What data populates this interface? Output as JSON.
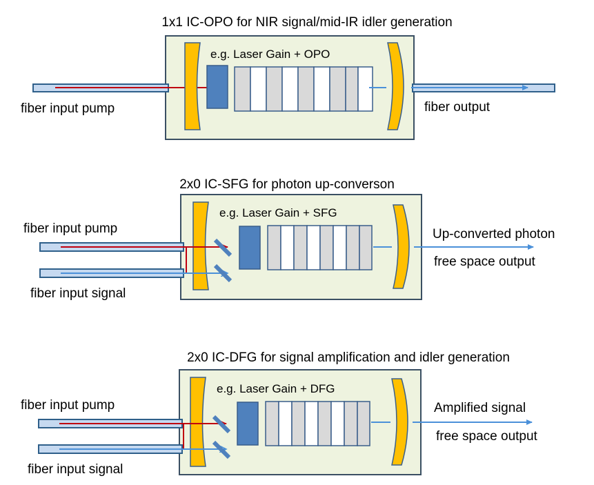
{
  "panels": [
    {
      "title": "1x1 IC-OPO for NIR signal/mid-IR idler generation",
      "inner_label": "e.g. Laser Gain + OPO",
      "input_labels": [
        "fiber input pump"
      ],
      "output_labels": [
        "fiber output"
      ]
    },
    {
      "title": "2x0 IC-SFG for photon up-converson",
      "inner_label": "e.g. Laser Gain + SFG",
      "input_labels": [
        "fiber input pump",
        "fiber input signal"
      ],
      "output_labels": [
        "Up-converted photon",
        "free space output"
      ]
    },
    {
      "title": "2x0 IC-DFG for signal amplification and idler generation",
      "inner_label": "e.g. Laser Gain + DFG",
      "input_labels": [
        "fiber input pump",
        "fiber input signal"
      ],
      "output_labels": [
        "Amplified signal",
        "free space output"
      ]
    }
  ],
  "colors": {
    "box_fill": "#eef3df",
    "mirror": "#ffc000",
    "gain_block": "#4f81bd",
    "pump_beam": "#c0000f",
    "signal_beam": "#4a90d9",
    "fiber": "#c6d9f0"
  }
}
